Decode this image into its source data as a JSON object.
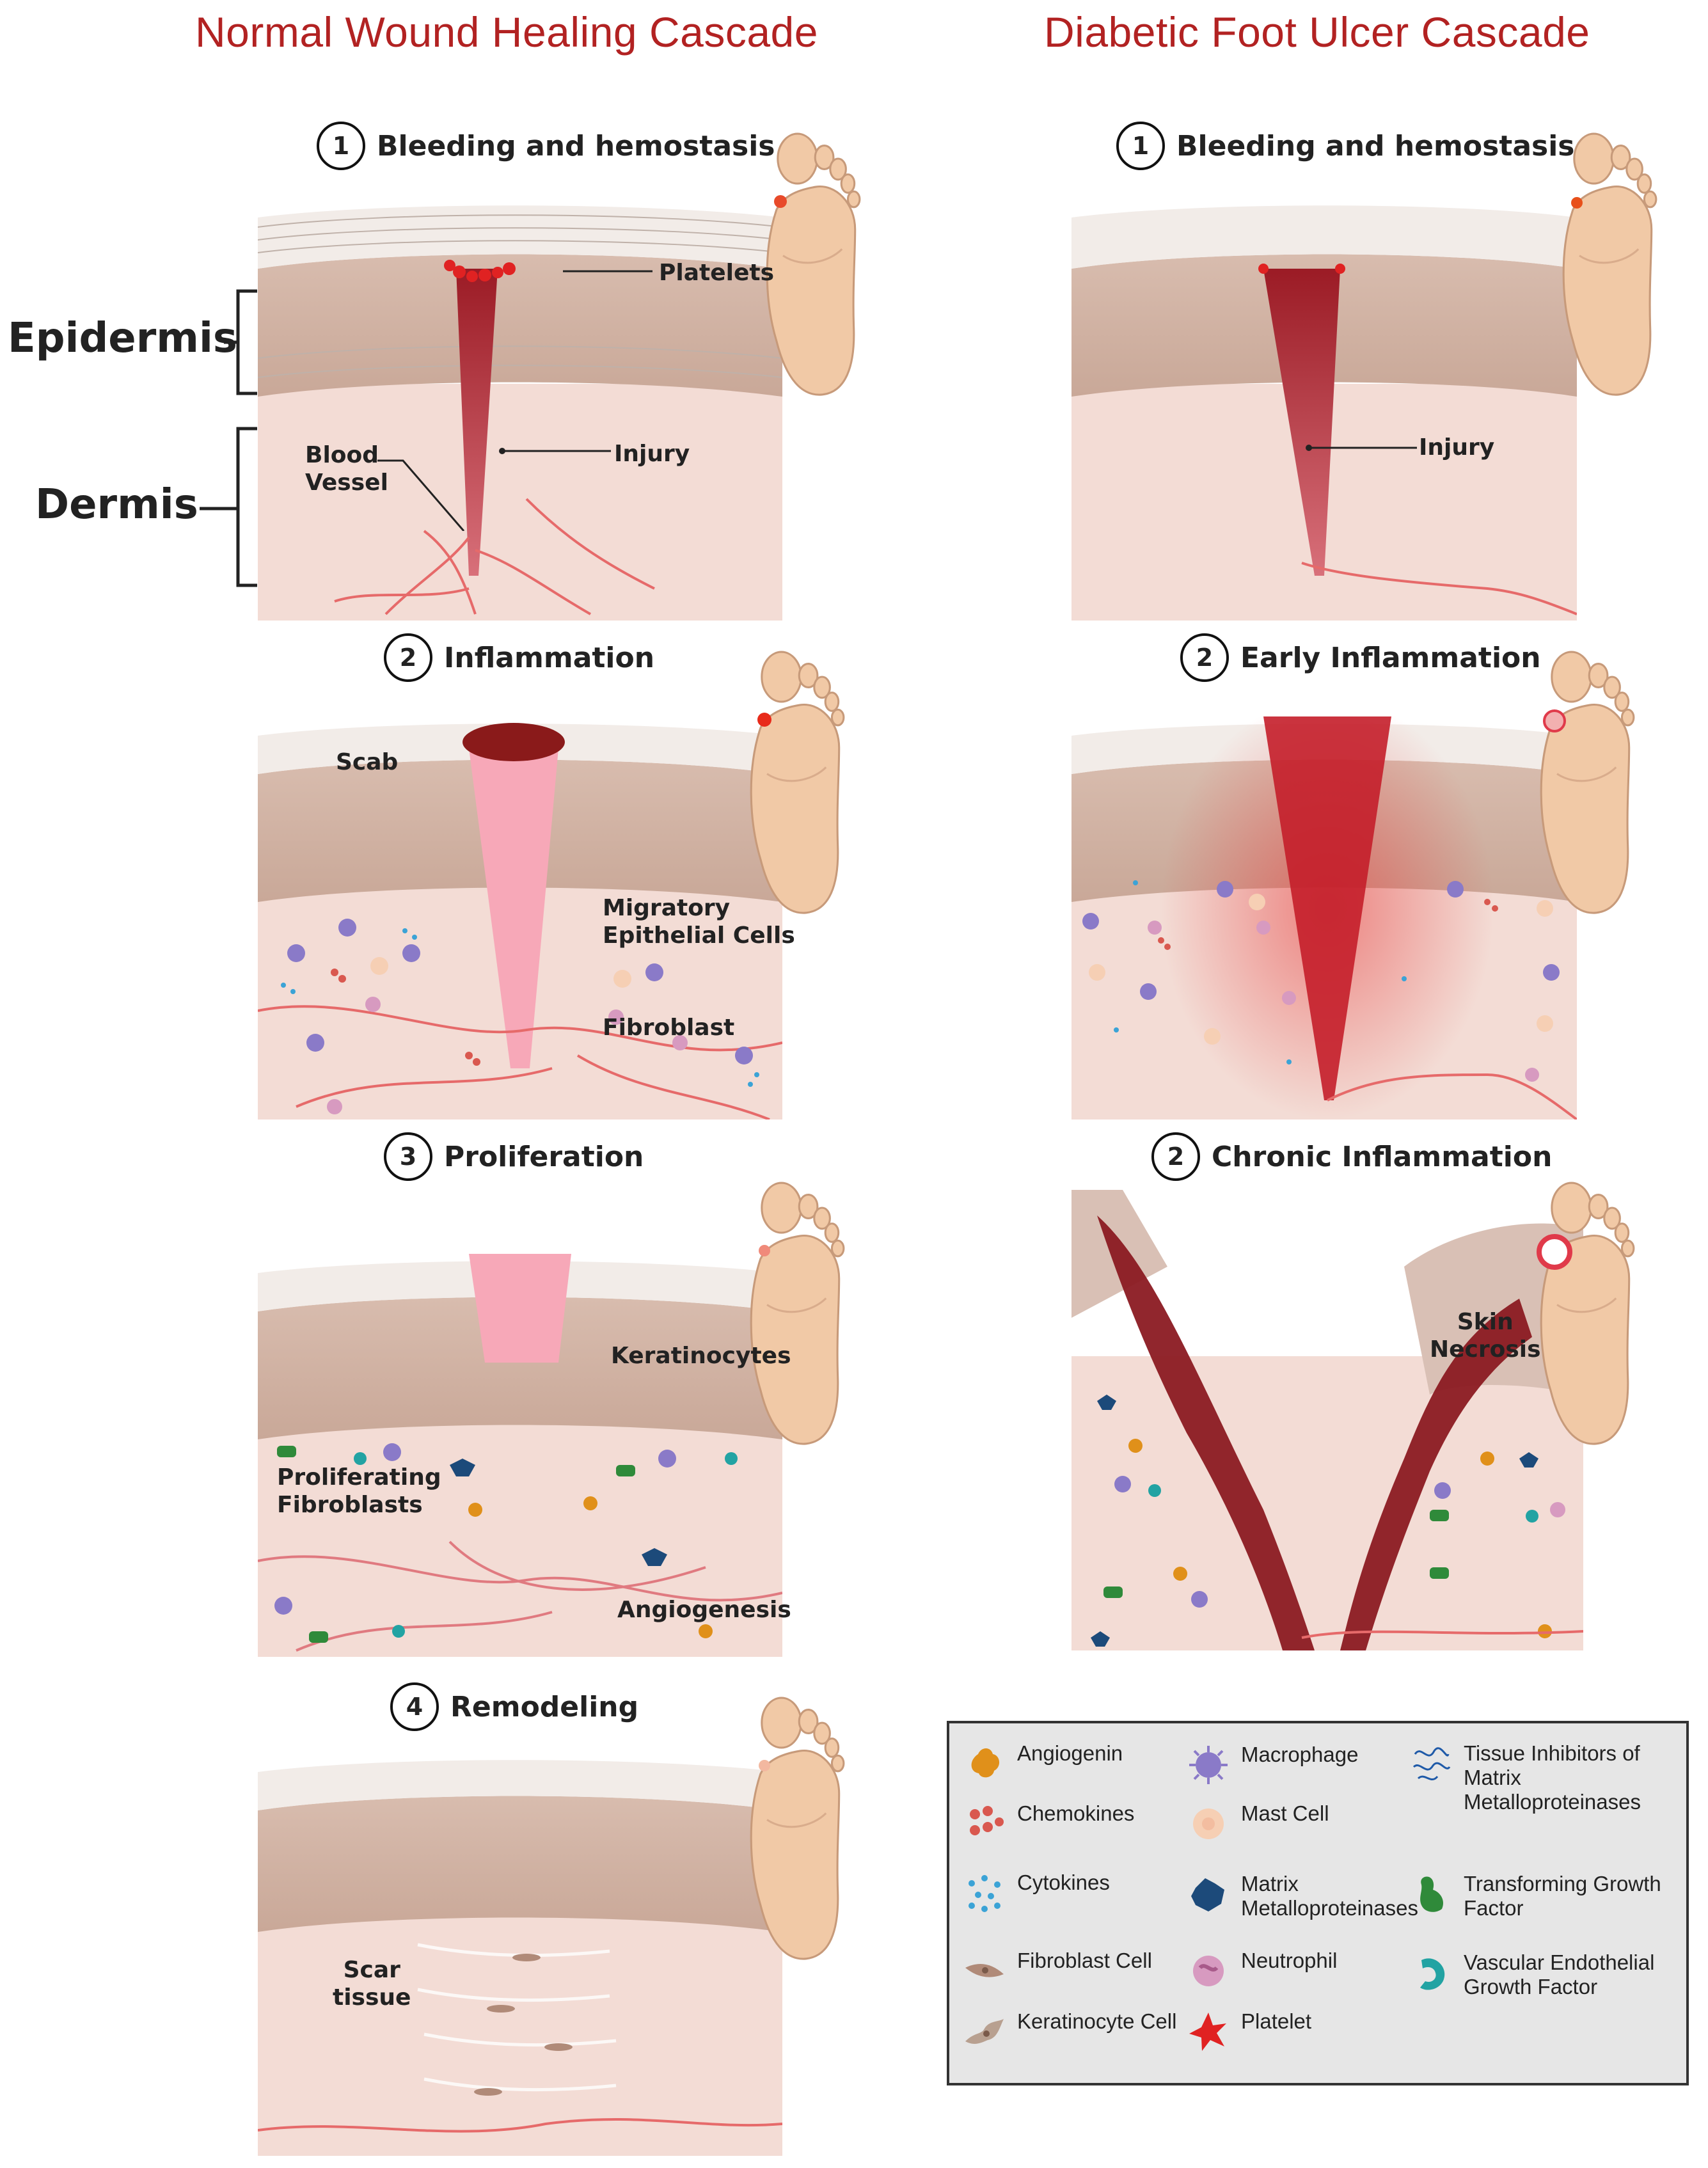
{
  "titles": {
    "left": "Normal Wound Healing Cascade",
    "right": "Diabetic Foot Ulcer Cascade"
  },
  "side_labels": {
    "epidermis": "Epidermis",
    "dermis": "Dermis"
  },
  "left_steps": [
    {
      "num": "1",
      "label": "Bleeding and hemostasis"
    },
    {
      "num": "2",
      "label": "Inflammation"
    },
    {
      "num": "3",
      "label": "Proliferation"
    },
    {
      "num": "4",
      "label": "Remodeling"
    }
  ],
  "right_steps": [
    {
      "num": "1",
      "label": "Bleeding and hemostasis"
    },
    {
      "num": "2",
      "label": "Early Inflammation"
    },
    {
      "num": "2",
      "label": "Chronic Inflammation"
    }
  ],
  "annotations": {
    "platelets": "Platelets",
    "injury": "Injury",
    "blood_vessel": "Blood\nVessel",
    "scab": "Scab",
    "migratory": "Migratory\nEpithelial Cells",
    "fibroblast": "Fibroblast",
    "keratinocytes": "Keratinocytes",
    "proliferating_fibroblasts": "Proliferating\nFibroblasts",
    "angiogenesis": "Angiogenesis",
    "scar_tissue": "Scar\ntissue",
    "injury_right": "Injury",
    "skin_necrosis": "Skin\nNecrosis"
  },
  "legend": [
    {
      "label": "Angiogenin",
      "icon": "angiogenin-icon",
      "color": "#e0901a"
    },
    {
      "label": "Chemokines",
      "icon": "chemokines-icon",
      "color": "#d9584f"
    },
    {
      "label": "Cytokines",
      "icon": "cytokines-icon",
      "color": "#3ba3d6"
    },
    {
      "label": "Fibroblast Cell",
      "icon": "fibroblast-cell-icon",
      "color": "#b08a78"
    },
    {
      "label": "Keratinocyte Cell",
      "icon": "keratinocyte-cell-icon",
      "color": "#b8a090"
    },
    {
      "label": "Macrophage",
      "icon": "macrophage-icon",
      "color": "#8a7ac8"
    },
    {
      "label": "Mast Cell",
      "icon": "mast-cell-icon",
      "color": "#f6cfb4"
    },
    {
      "label": "Matrix\nMetalloproteinases",
      "icon": "matrix-metalloproteinases-icon",
      "color": "#1c4a7a"
    },
    {
      "label": "Neutrophil",
      "icon": "neutrophil-icon",
      "color": "#d79ac0"
    },
    {
      "label": "Platelet",
      "icon": "platelet-icon",
      "color": "#e02222"
    },
    {
      "label": "Tissue Inhibitors of\nMatrix\nMetalloproteinases",
      "icon": "tissue-inhibitors-icon",
      "color": "#1f5aa8"
    },
    {
      "label": "Transforming Growth\nFactor",
      "icon": "transforming-growth-factor-icon",
      "color": "#2f8a3a"
    },
    {
      "label": "Vascular Endothelial\nGrowth Factor",
      "icon": "vegf-icon",
      "color": "#22a3a3"
    }
  ]
}
